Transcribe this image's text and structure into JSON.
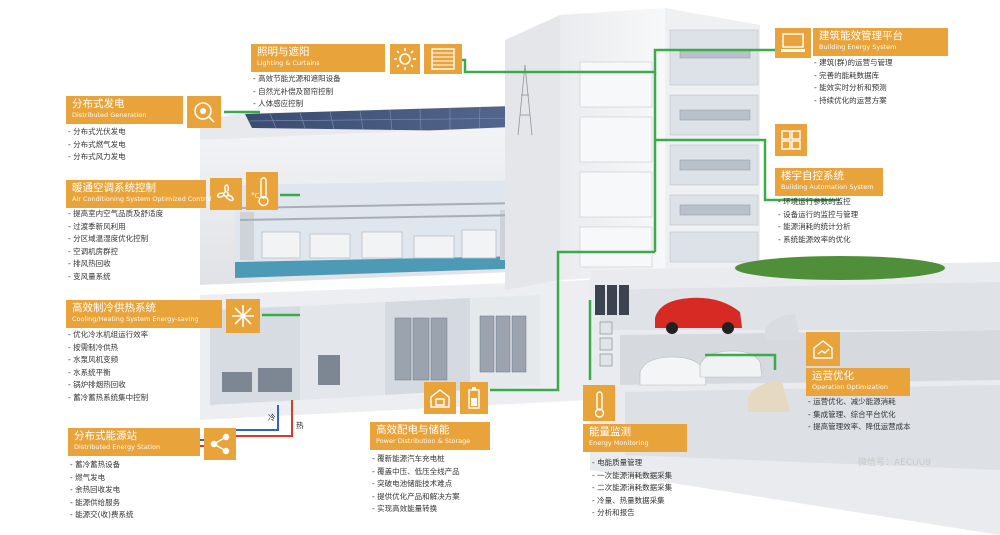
{
  "sections": {
    "lighting": {
      "cn": "照明与遮阳",
      "en": "Lighting & Curtains",
      "items": [
        "高效节能光源和遮阳设备",
        "自然光补偿及窗帘控制",
        "人体感应控制"
      ]
    },
    "building_energy": {
      "cn": "建筑能效管理平台",
      "en": "Building Energy System",
      "items": [
        "建筑(群)的运营与管理",
        "完善的能耗数据库",
        "能效实时分析和预测",
        "持续优化的运营方案"
      ]
    },
    "distributed_gen": {
      "cn": "分布式发电",
      "en": "Distributed Generation",
      "items": [
        "分布式光伏发电",
        "分布式燃气发电",
        "分布式风力发电"
      ]
    },
    "hvac": {
      "cn": "暖通空调系统控制",
      "en": "Air Conditioning System Optimized Control",
      "items": [
        "提高室内空气品质及舒适度",
        "过渡季新风利用",
        "分区域温湿度优化控制",
        "空调机房群控",
        "排风热回收",
        "变风量系统"
      ]
    },
    "automation": {
      "cn": "楼宇自控系统",
      "en": "Building Automation System",
      "items": [
        "环境运行参数的监控",
        "设备运行的监控与管理",
        "能源消耗的统计分析",
        "系统能源效率的优化"
      ]
    },
    "cooling": {
      "cn": "高效制冷供热系统",
      "en": "Cooling/Heating System Energy-saving",
      "items": [
        "优化冷水机组运行效率",
        "按需制冷供热",
        "水泵风机变频",
        "水系统平衡",
        "锅炉排烟热回收",
        "蓄冷蓄热系统集中控制"
      ]
    },
    "operation": {
      "cn": "运营优化",
      "en": "Operation Optimization",
      "items": [
        "运营优化、减少能源消耗",
        "集成管理、综合平台优化",
        "提高管理效率、降低运营成本"
      ]
    },
    "energy_station": {
      "cn": "分布式能源站",
      "en": "Distributed Energy Station",
      "items": [
        "蓄冷蓄热设备",
        "燃气发电",
        "余热回收发电",
        "能源供给服务",
        "能源交(收)费系统"
      ]
    },
    "power": {
      "cn": "高效配电与储能",
      "en": "Power Distribution & Storage",
      "items": [
        "覆新能源汽车充电桩",
        "覆盖中压、低压全线产品",
        "突破电池储能技术难点",
        "提供优化产品和解决方案",
        "实现高效能量转换"
      ]
    },
    "monitoring": {
      "cn": "能量监测",
      "en": "Energy Monitoring",
      "items": [
        "电能质量管理",
        "一次能源消耗数据采集",
        "二次能源消耗数据采集",
        "冷量、热量数据采集",
        "分析和报告"
      ]
    }
  },
  "pipe_labels": {
    "cold": "冷",
    "hot": "热"
  },
  "watermark": "微信号：AECUU9",
  "colors": {
    "orange": "#e8a33a",
    "green": "#3aaa4a",
    "cold": "#2f63c8",
    "hot": "#d63a2f"
  },
  "icons": [
    "sun-icon",
    "curtain-icon",
    "computer-icon",
    "grid-icon",
    "solar-sensor-icon",
    "fan-icon",
    "thermometer-icon",
    "snowflake-icon",
    "network-icon",
    "substation-icon",
    "battery-icon",
    "temperature-monitor-icon",
    "operation-house-icon"
  ]
}
